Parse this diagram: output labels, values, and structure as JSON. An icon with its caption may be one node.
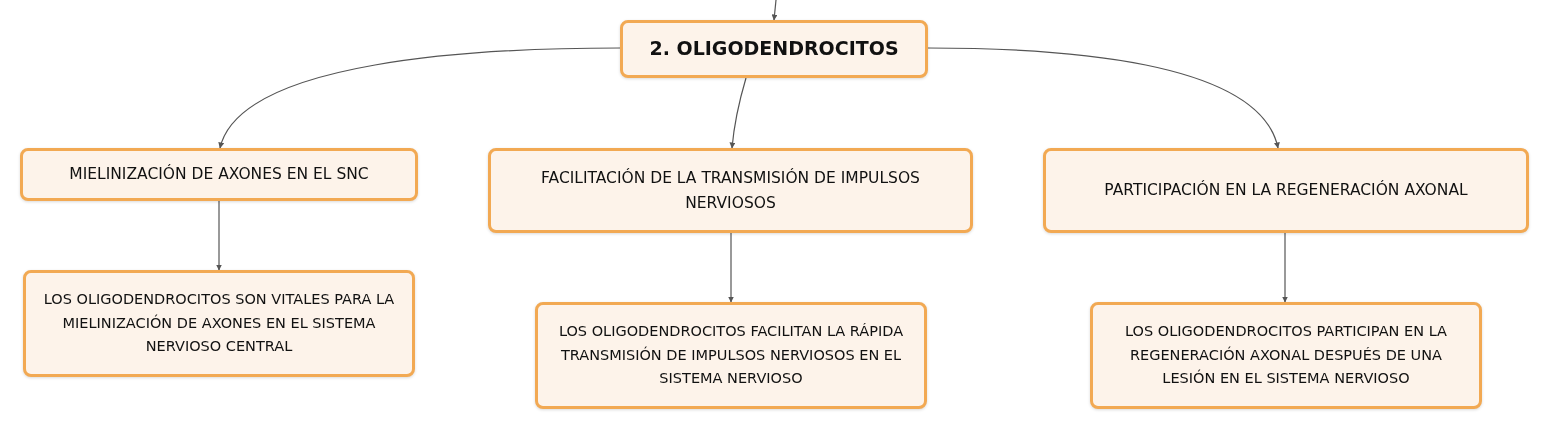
{
  "diagram": {
    "nodes": [
      {
        "text": [
          "2. OLIGODENDROCITOS"
        ]
      },
      {
        "text": [
          "MIELINIZACIÓN DE AXONES EN EL SNC"
        ]
      },
      {
        "text": [
          "FACILITACIÓN DE LA TRANSMISIÓN DE IMPULSOS NERVIOSOS"
        ]
      },
      {
        "text": [
          "PARTICIPACIÓN EN LA REGENERACIÓN AXONAL"
        ]
      },
      {
        "text": [
          "LOS OLIGODENDROCITOS SON VITALES PARA LA MIELINIZACIÓN DE AXONES EN EL SISTEMA NERVIOSO CENTRAL"
        ]
      },
      {
        "text": [
          "LOS OLIGODENDROCITOS FACILITAN LA RÁPIDA TRANSMISIÓN DE IMPULSOS NERVIOSOS EN EL SISTEMA NERVIOSO"
        ]
      },
      {
        "text": [
          "LOS OLIGODENDROCITOS PARTICIPAN EN LA REGENERACIÓN AXONAL DESPUÉS DE UNA LESIÓN EN EL SISTEMA NERVIOSO"
        ]
      }
    ],
    "edges": [
      {
        "from": null,
        "to": 0,
        "arrow": "to"
      },
      {
        "from": 0,
        "to": 1,
        "arrow": "to"
      },
      {
        "from": 0,
        "to": 2,
        "arrow": "to"
      },
      {
        "from": 0,
        "to": 3,
        "arrow": "to"
      },
      {
        "from": 1,
        "to": 4,
        "arrow": "to"
      },
      {
        "from": 2,
        "to": 5,
        "arrow": "to"
      },
      {
        "from": 3,
        "to": 6,
        "arrow": "to"
      }
    ]
  }
}
